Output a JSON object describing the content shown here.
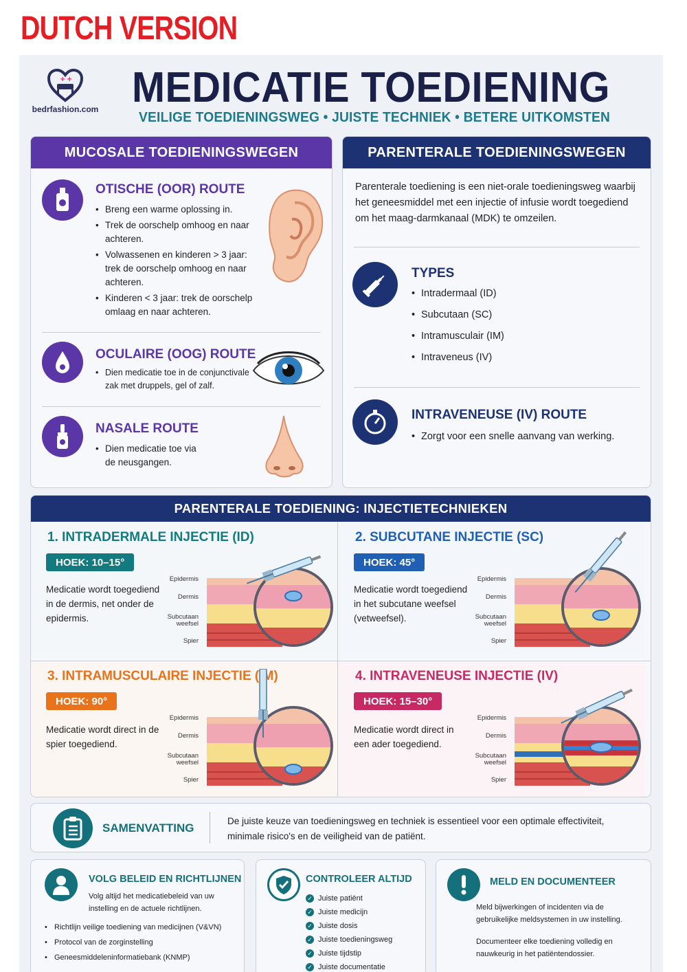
{
  "version_label": "DUTCH VERSION",
  "logo": {
    "text": "bedrfashion.com"
  },
  "header": {
    "title": "MEDICATIE TOEDIENING",
    "subtitle": "VEILIGE TOEDIENINGSWEG • JUISTE TECHNIEK • BETERE UITKOMSTEN"
  },
  "mucosal": {
    "title": "MUCOSALE TOEDIENINGSWEGEN",
    "routes": [
      {
        "title": "OTISCHE (OOR) ROUTE",
        "bullets": [
          "Breng een warme oplossing in.",
          "Trek de oorschelp omhoog en naar achteren.",
          "Volwassenen en kinderen > 3 jaar: trek de oorschelp omhoog en naar achteren.",
          "Kinderen < 3 jaar: trek de oorschelp omlaag en naar achteren."
        ]
      },
      {
        "title": "OCULAIRE (OOG) ROUTE",
        "bullets": [
          "Dien medicatie toe in de conjunctivale zak met druppels, gel of zalf."
        ]
      },
      {
        "title": "NASALE ROUTE",
        "bullets": [
          "Dien medicatie toe via de neusgangen."
        ]
      }
    ]
  },
  "parenteral": {
    "title": "PARENTERALE TOEDIENINGSWEGEN",
    "intro": "Parenterale toediening is een niet-orale toedieningsweg waarbij het geneesmiddel met een injectie of infusie wordt toegediend om het maag-darmkanaal (MDK) te omzeilen.",
    "types_title": "TYPES",
    "types": [
      "Intradermaal (ID)",
      "Subcutaan (SC)",
      "Intramusculair (IM)",
      "Intraveneus (IV)"
    ],
    "iv_title": "INTRAVENEUSE (IV) ROUTE",
    "iv_bullet": "Zorgt voor een snelle aanvang van werking."
  },
  "injection": {
    "title": "PARENTERALE TOEDIENING: INJECTIETECHNIEKEN",
    "layers": [
      "Epidermis",
      "Dermis",
      "Subcutaan weefsel",
      "Spier"
    ],
    "cells": [
      {
        "title": "1. INTRADERMALE INJECTIE (ID)",
        "badge": "HOEK: 10–15°",
        "desc": "Medicatie wordt toegediend in de dermis, net onder de epidermis.",
        "color": "#137a7f"
      },
      {
        "title": "2. SUBCUTANE INJECTIE (SC)",
        "badge": "HOEK: 45°",
        "desc": "Medicatie wordt toegediend in het subcutane weefsel (vetweefsel).",
        "color": "#1f5fb4"
      },
      {
        "title": "3. INTRAMUSCULAIRE INJECTIE (IM)",
        "badge": "HOEK: 90°",
        "desc": "Medicatie wordt direct in de spier toegediend.",
        "color": "#e8731a"
      },
      {
        "title": "4. INTRAVENEUSE INJECTIE (IV)",
        "badge": "HOEK: 15–30°",
        "desc": "Medicatie wordt direct in een ader toegediend.",
        "color": "#c72a62"
      }
    ]
  },
  "summary": {
    "title": "SAMENVATTING",
    "text": "De juiste keuze van toedieningsweg en techniek is essentieel voor een optimale effectiviteit, minimale risico's en de veiligheid van de patiënt."
  },
  "footer": {
    "policy": {
      "title": "VOLG BELEID EN RICHTLIJNEN",
      "text": "Volg altijd het medicatiebeleid van uw instelling en de actuele richtlijnen.",
      "items": [
        "Richtlijn veilige toediening van medicijnen (V&VN)",
        "Protocol van de zorginstelling",
        "Geneesmiddeleninformatiebank (KNMP)"
      ]
    },
    "check": {
      "title": "CONTROLEER ALTIJD",
      "items": [
        "Juiste patiënt",
        "Juiste medicijn",
        "Juiste dosis",
        "Juiste toedieningsweg",
        "Juiste tijdstip",
        "Juiste documentatie"
      ]
    },
    "report": {
      "title": "MELD EN DOCUMENTEER",
      "text1": "Meld bijwerkingen of incidenten via de gebruikelijke meldsystemen in uw instelling.",
      "text2": "Documenteer elke toediening volledig en nauwkeurig in het patiëntendossier."
    }
  },
  "colors": {
    "purple": "#5b36a6",
    "navy": "#1d3272",
    "teal": "#14707a",
    "red": "#e31e24"
  },
  "icons": [
    "heart-bed-logo-icon",
    "ear-drops-icon",
    "eye-drops-icon",
    "nasal-spray-icon",
    "ear-icon",
    "eye-icon",
    "nose-icon",
    "syringe-icon",
    "stopwatch-icon",
    "clipboard-icon",
    "person-icon",
    "shield-check-icon",
    "exclamation-icon"
  ]
}
